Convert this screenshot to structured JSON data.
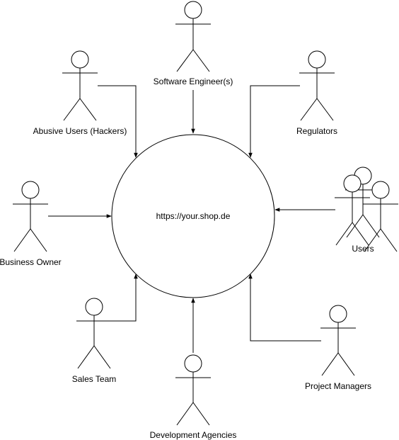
{
  "system": {
    "label": "https://your.shop.de"
  },
  "actors": {
    "software_engineers": "Software Engineer(s)",
    "abusive_users": "Abusive Users (Hackers)",
    "regulators": "Regulators",
    "business_owner": "Business Owner",
    "users": "Users",
    "sales_team": "Sales Team",
    "development_agencies": "Development Agencies",
    "project_managers": "Project Managers"
  },
  "colors": {
    "stroke": "#000000",
    "background": "#ffffff"
  }
}
